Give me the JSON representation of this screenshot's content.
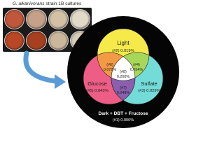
{
  "title": {
    "species": "G. alkanivorans",
    "suffix": "strain 1B cultures"
  },
  "plates": [
    {
      "color": "#c0563a"
    },
    {
      "color": "#c5a18a"
    },
    {
      "color": "#d3c1a5"
    },
    {
      "color": "#e2dac9"
    },
    {
      "color": "#b94726"
    },
    {
      "color": "#a8401f"
    },
    {
      "color": "#cbb79c"
    },
    {
      "color": "#d7cdb9"
    }
  ],
  "venn": {
    "background_label": "Dark + DBT + Fructose",
    "background_value": "(#1) 0.000%",
    "circles": {
      "light": {
        "name": "Light",
        "value": "(#2) 0.019%",
        "color": "#f5ea4a"
      },
      "glucose": {
        "name": "Glucose",
        "value": "(#5) 0.043%",
        "color": "#ee5d86"
      },
      "sulfate": {
        "name": "Sulfate",
        "value": "(#3) 0.029%",
        "color": "#73dcd9"
      }
    },
    "overlaps": {
      "light_glucose": {
        "value": "(#6)\n0.072%",
        "line1": "(#6)",
        "line2": "0.072%",
        "color": "#f39a45"
      },
      "light_sulfate": {
        "value": "(#4)\n0.054%",
        "line1": "(#4)",
        "line2": "0.054%",
        "color": "#a7d758"
      },
      "glucose_sulfate": {
        "value": "(#7)\n0.049%",
        "line1": "(#7)",
        "line2": "0.049%",
        "color": "#8a5fae"
      },
      "center": {
        "value": "(#8)\n0.200%",
        "line1": "(#8)",
        "line2": "0.200%",
        "color": "#ffffff"
      }
    }
  },
  "colors": {
    "arrow": "#5b9bd5",
    "outer_circle": "#050505"
  }
}
